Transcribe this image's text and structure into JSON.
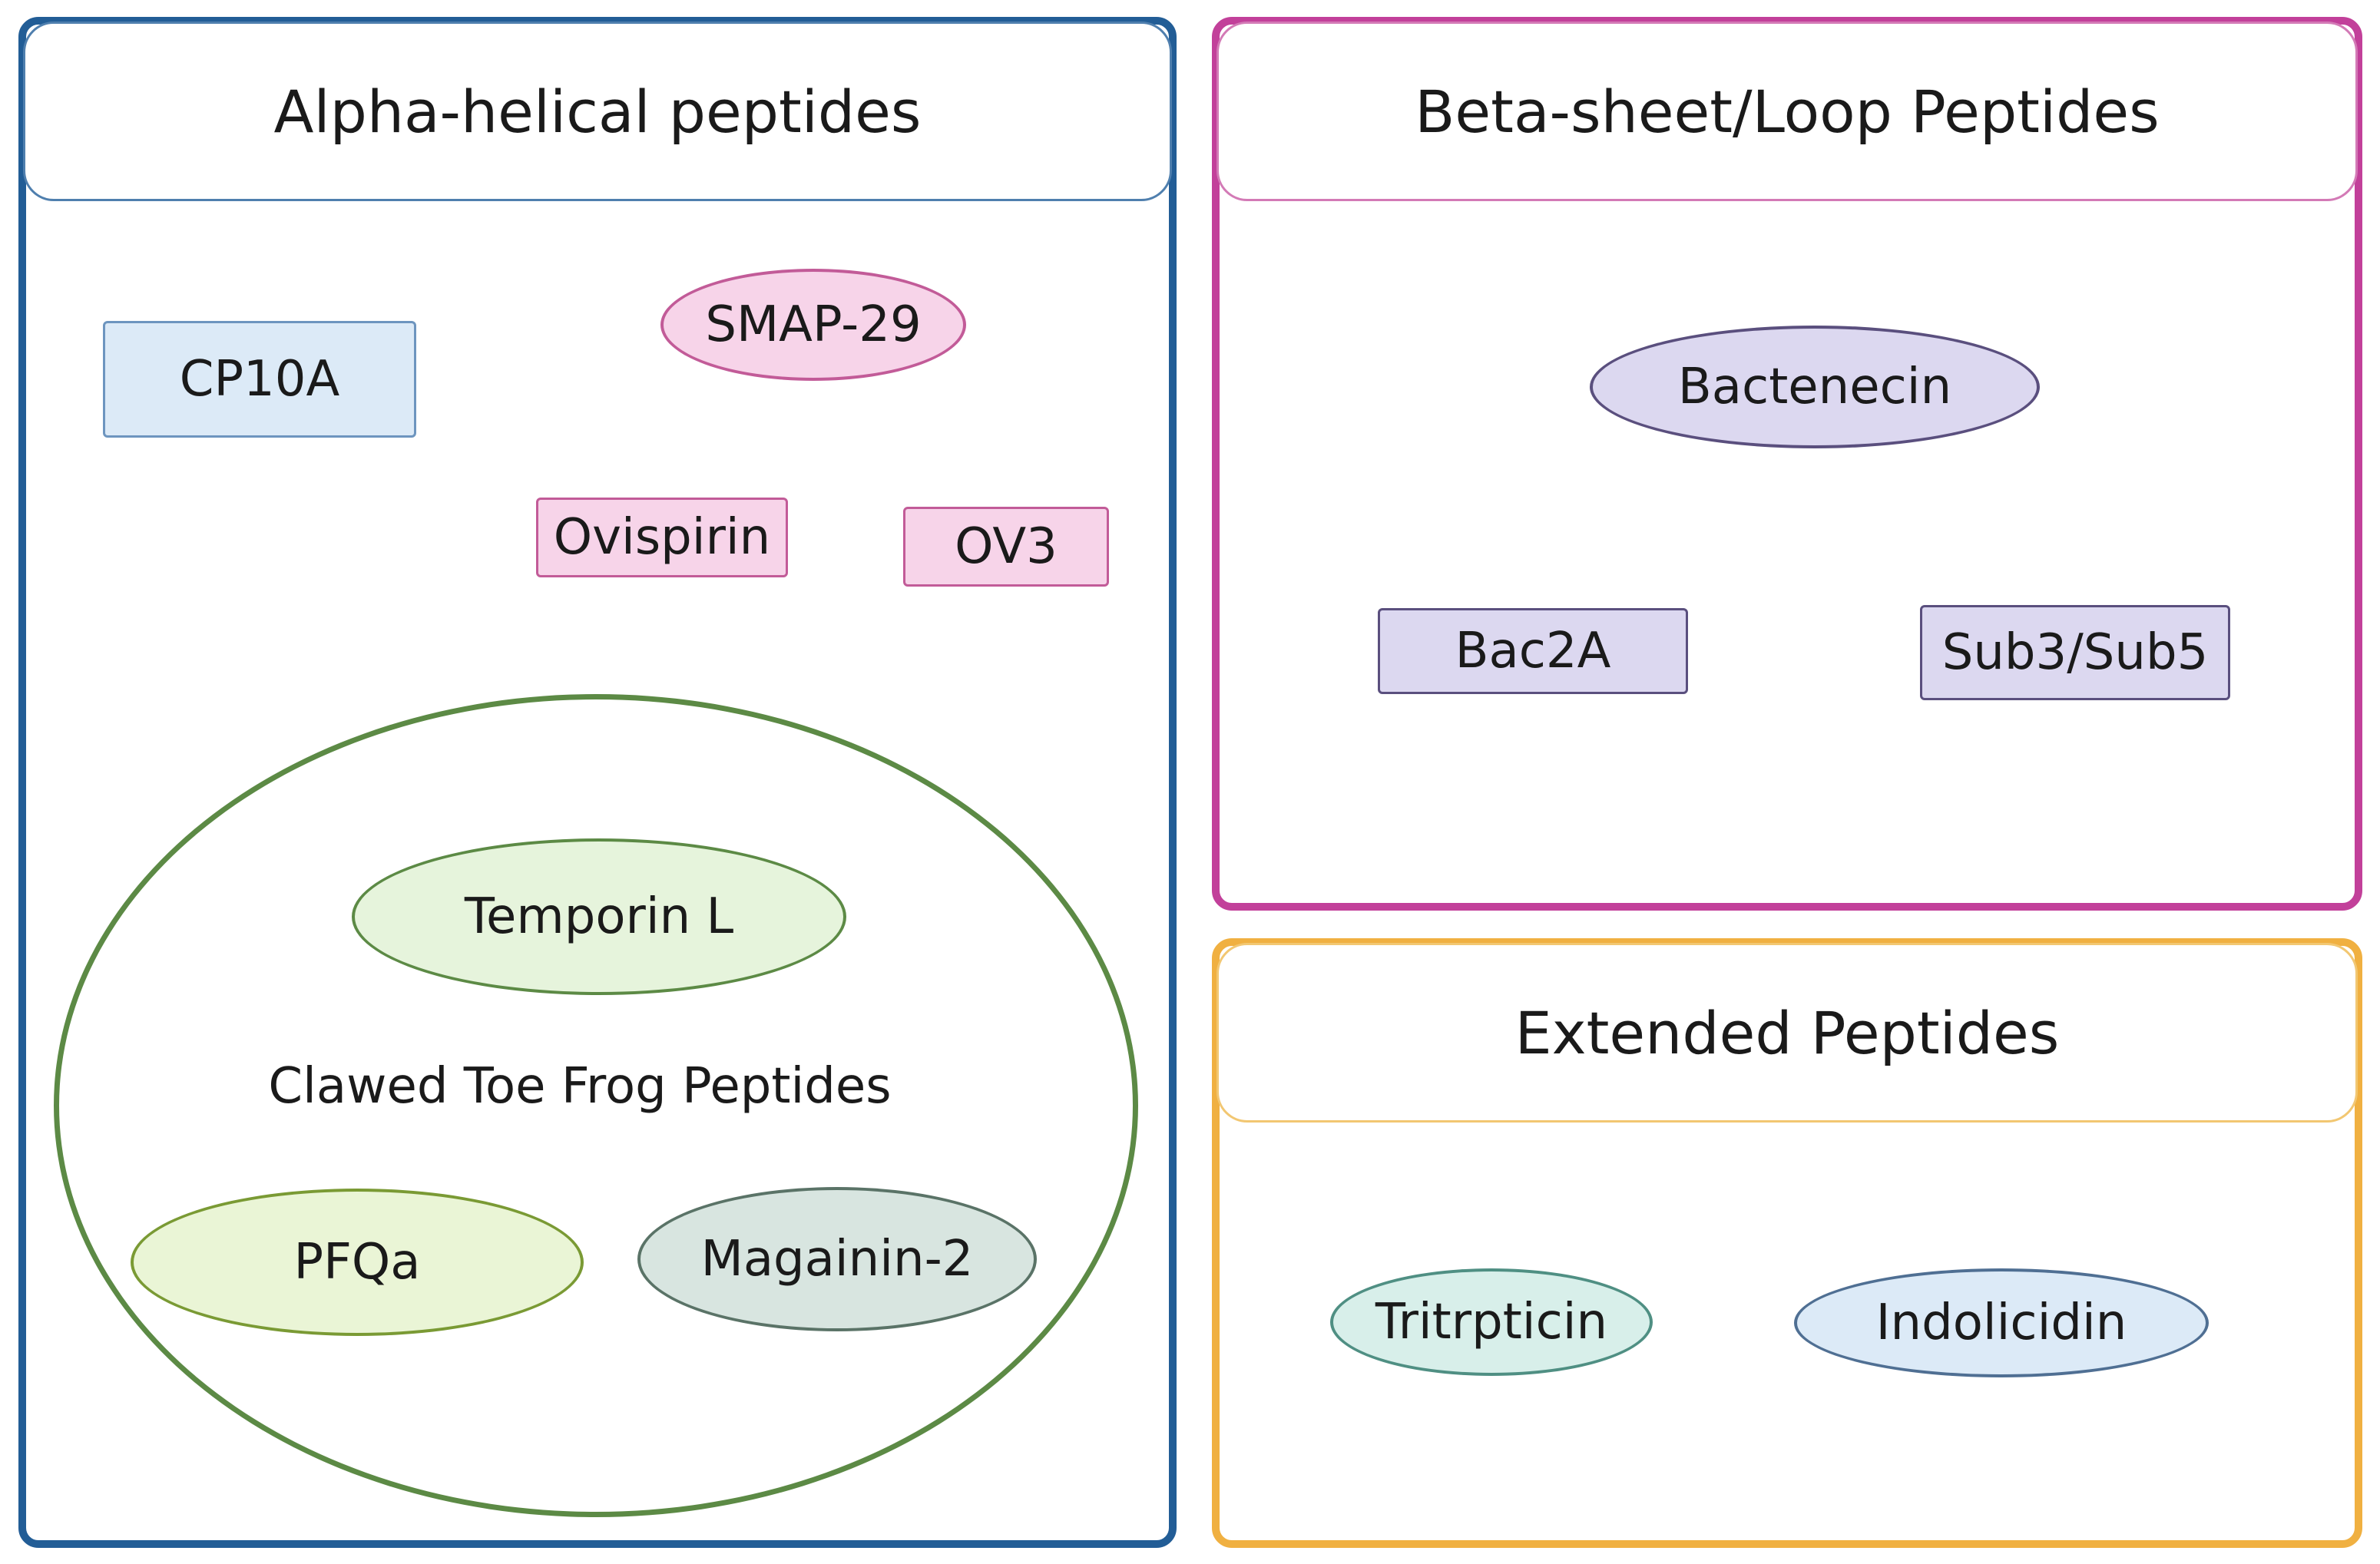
{
  "colors": {
    "alpha_border": "#225d96",
    "beta_border": "#c2409a",
    "extended_border": "#f0b041",
    "frog_border": "#5c8a45"
  },
  "alpha": {
    "title": "Alpha-helical peptides",
    "cp10a": "CP10A",
    "smap29": "SMAP-29",
    "ovispirin": "Ovispirin",
    "ov3": "OV3",
    "frog": {
      "label": "Clawed Toe Frog Peptides",
      "temporin": "Temporin L",
      "pfqa": "PFQa",
      "magainin": "Magainin-2"
    }
  },
  "beta": {
    "title": "Beta-sheet/Loop Peptides",
    "bactenecin": "Bactenecin",
    "bac2a": "Bac2A",
    "sub3sub5": "Sub3/Sub5"
  },
  "extended": {
    "title": "Extended Peptides",
    "tritrpticin": "Tritrpticin",
    "indolicidin": "Indolicidin"
  }
}
